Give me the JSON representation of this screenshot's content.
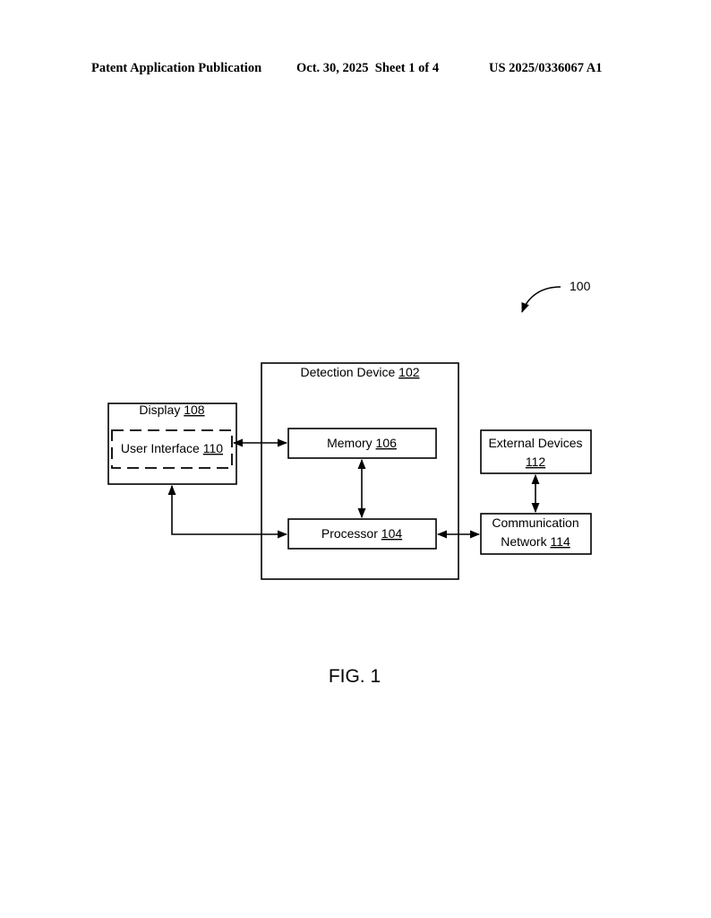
{
  "header": {
    "left": "Patent Application Publication",
    "date_sheet": "Oct. 30, 2025  Sheet 1 of 4",
    "pub_number": "US 2025/0336067 A1"
  },
  "figure": {
    "reference": "100",
    "caption": "FIG. 1",
    "blocks": {
      "detection_device": {
        "label": "Detection Device ",
        "ref": "102"
      },
      "display": {
        "label": "Display ",
        "ref": "108"
      },
      "user_interface": {
        "label": "User Interface ",
        "ref": "110"
      },
      "memory": {
        "label": "Memory ",
        "ref": "106"
      },
      "processor": {
        "label": "Processor ",
        "ref": "104"
      },
      "external_devices": {
        "label": "External Devices",
        "ref": "112"
      },
      "communication_network": {
        "label1": "Communication",
        "label2": "Network ",
        "ref": "114"
      }
    },
    "connections": [
      {
        "from": "user_interface",
        "to": "memory",
        "type": "bidirectional"
      },
      {
        "from": "memory",
        "to": "processor",
        "type": "bidirectional"
      },
      {
        "from": "display",
        "to": "processor",
        "type": "bidirectional"
      },
      {
        "from": "processor",
        "to": "communication_network",
        "type": "bidirectional"
      },
      {
        "from": "external_devices",
        "to": "communication_network",
        "type": "bidirectional"
      }
    ]
  }
}
